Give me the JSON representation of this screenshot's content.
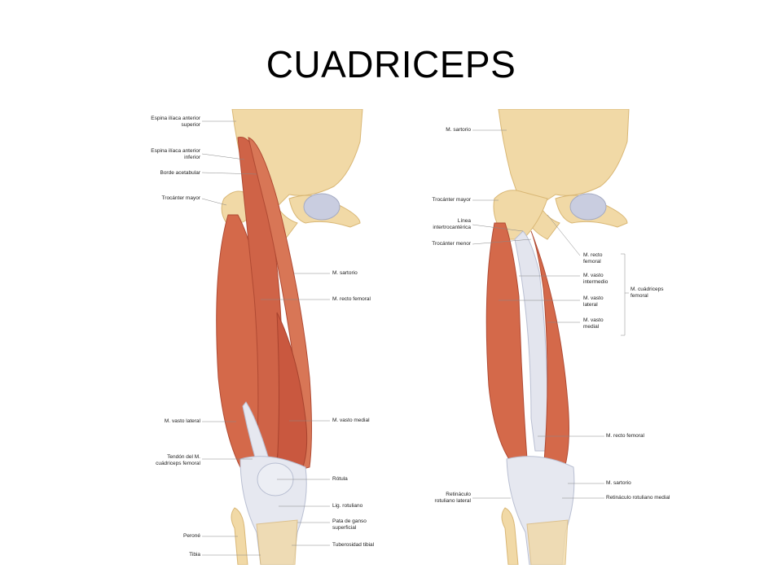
{
  "title": "CUADRICEPS",
  "colors": {
    "bone": "#f1d9a6",
    "bone_shadow": "#d9b775",
    "muscle": "#d4694a",
    "muscle_dark": "#b04a33",
    "tendon": "#e6e8f0",
    "tendon_shadow": "#b9bfd2",
    "leader_line": "#888888"
  },
  "left_figure": {
    "labels_left": [
      "Espina ilíaca anterior\nsuperior",
      "Espina ilíaca anterior\ninferior",
      "Borde acetabular",
      "Trocánter mayor",
      "M. vasto lateral",
      "Tendón del M.\ncuádriceps femoral",
      "Peroné",
      "Tibia"
    ],
    "labels_right": [
      "M. sartorio",
      "M. recto femoral",
      "M. vasto medial",
      "Rótula",
      "Lig. rotuliano",
      "Pata de ganso\nsuperficial",
      "Tuberosidad tibial"
    ]
  },
  "right_figure": {
    "labels_left": [
      "M. sartorio",
      "Trocánter mayor",
      "Línea\nintertrocantérica",
      "Trocánter menor",
      "Retináculo\nrotuliano lateral"
    ],
    "labels_right": [
      "M. recto\nfemoral",
      "M. vasto\nintermedio",
      "M. vasto\nlateral",
      "M. vasto\nmedial",
      "M. recto femoral",
      "M. sartorio",
      "Retináculo rotuliano medial"
    ],
    "group_label": "M. cuádriceps\nfemoral"
  }
}
